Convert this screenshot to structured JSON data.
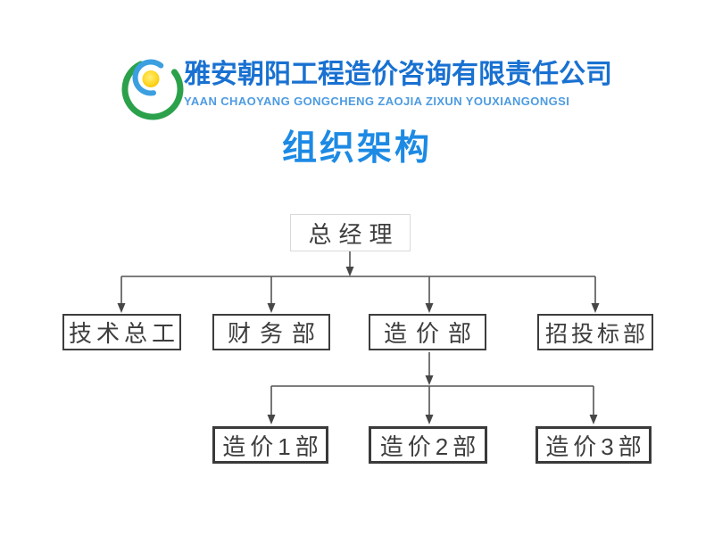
{
  "header": {
    "logo": {
      "icon": "swirl-sun-logo",
      "green": "#2BA14B",
      "blue": "#3C9FE0",
      "yellow": "#FFD204"
    },
    "company_name": "雅安朝阳工程造价咨询有限责任公司",
    "company_name_pinyin": "YAAN CHAOYANG GONGCHENG ZAOJIA ZIXUN YOUXIANGONGSI"
  },
  "page_title": "组织架构",
  "org_chart": {
    "root": {
      "label": "总经理",
      "children": [
        "技术总工",
        "财务部",
        "造价部",
        "招投标部"
      ]
    },
    "level2": [
      {
        "label": "技术总工"
      },
      {
        "label": "财务部"
      },
      {
        "label": "造价部",
        "children": [
          "造价1部",
          "造价2部",
          "造价3部"
        ]
      },
      {
        "label": "招投标部"
      }
    ],
    "level3": [
      {
        "label": "造价1部"
      },
      {
        "label": "造价2部"
      },
      {
        "label": "造价3部"
      }
    ],
    "style": {
      "line_color": "#545454",
      "arrow_color": "#474747",
      "node_border_color": "#3D3D3D",
      "root_border_color": "#D9D9D9",
      "node_text_color": "#3D3D3D"
    }
  },
  "colors": {
    "background": "#FFFFFF",
    "title_blue": "#1D8AE4",
    "company_name_blue": "#1971D1",
    "pinyin_blue": "#4D9BE1"
  }
}
